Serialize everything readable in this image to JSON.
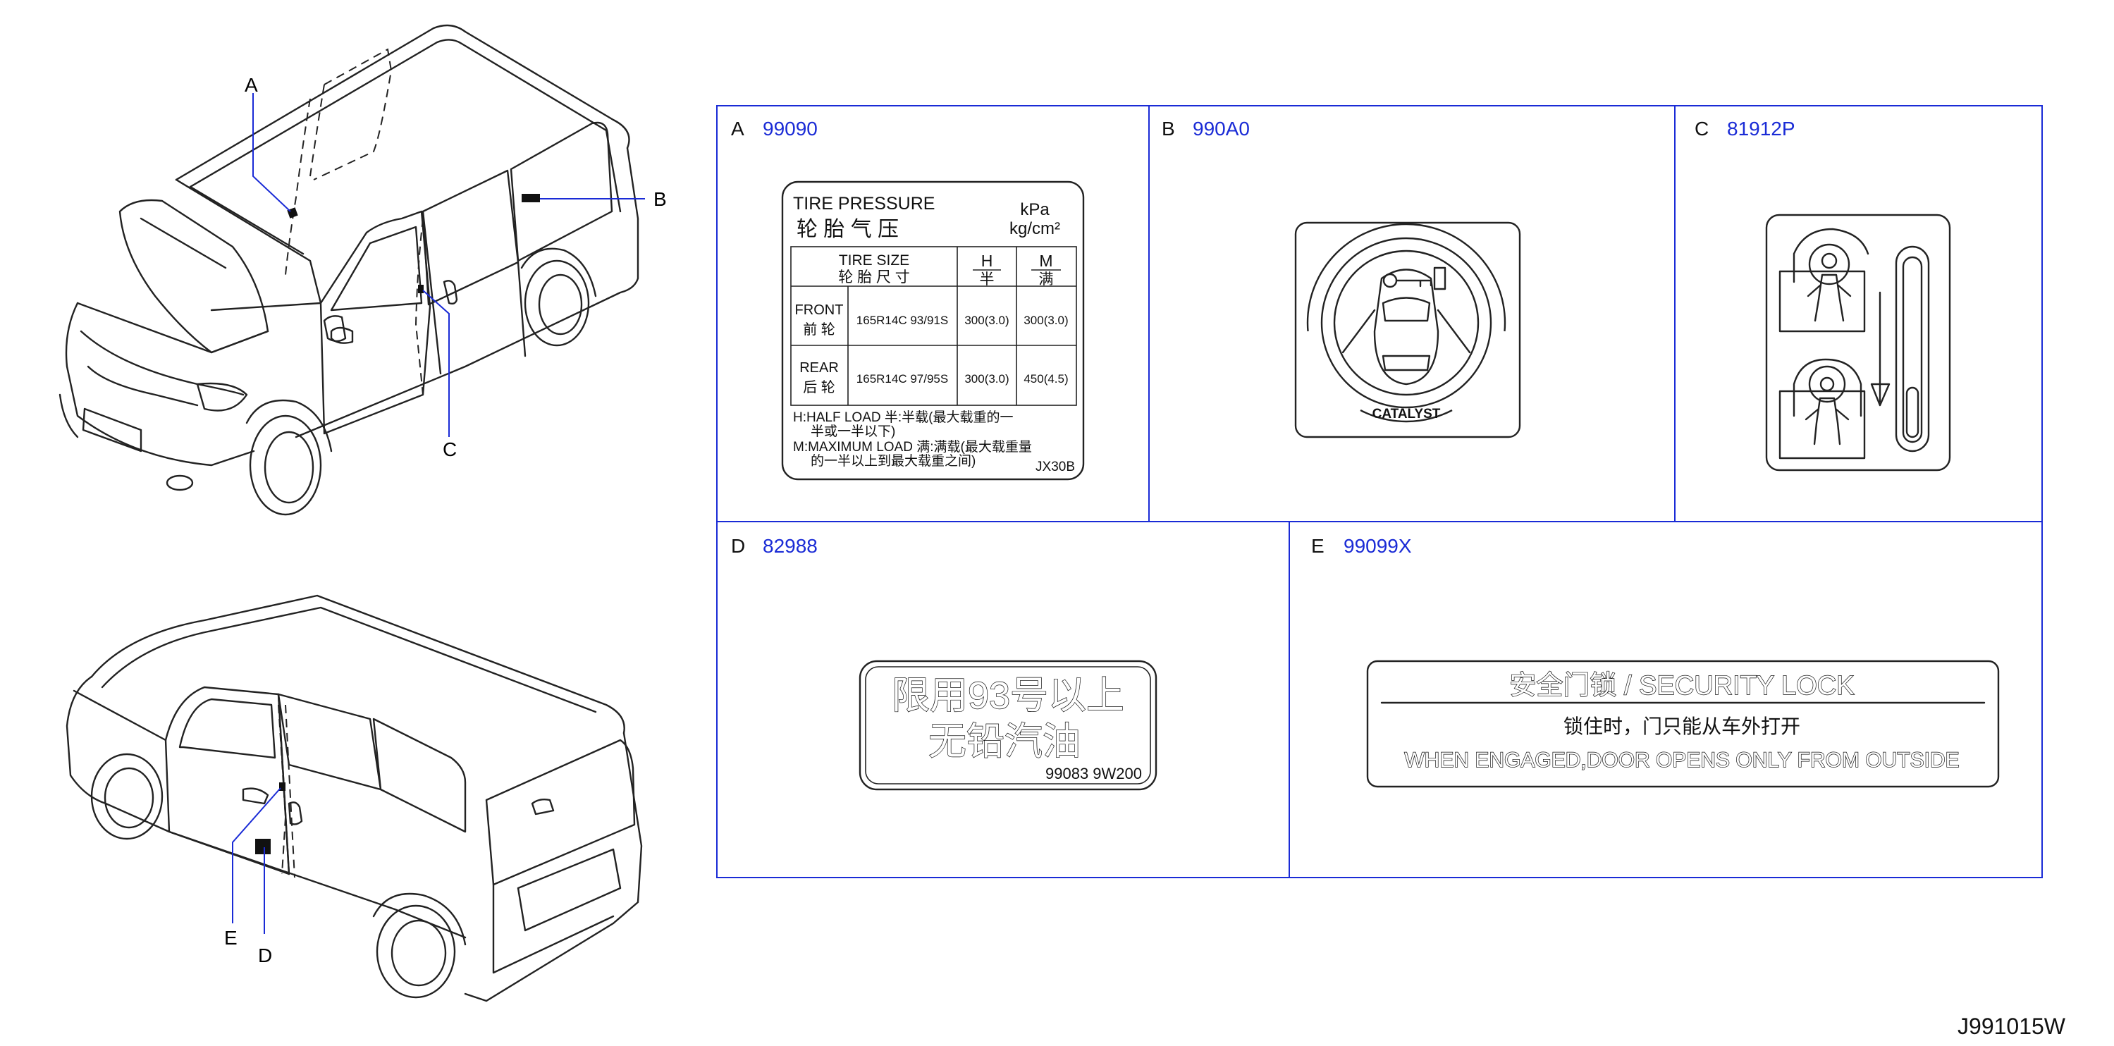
{
  "callouts": [
    "A",
    "B",
    "C",
    "D",
    "E"
  ],
  "panels": [
    {
      "letter": "A",
      "part": "99090"
    },
    {
      "letter": "B",
      "part": "990A0"
    },
    {
      "letter": "C",
      "part": "81912P"
    },
    {
      "letter": "D",
      "part": "82988"
    },
    {
      "letter": "E",
      "part": "99099X"
    }
  ],
  "tire_label": {
    "title_en": "TIRE PRESSURE",
    "title_cn": "轮 胎 气 压",
    "unit1": "kPa",
    "unit2": "kg/cm²",
    "size_en": "TIRE SIZE",
    "size_cn": "轮 胎 尺 寸",
    "h_en": "H",
    "h_cn": "半",
    "m_en": "M",
    "m_cn": "满",
    "front_en": "FRONT",
    "front_cn": "前 轮",
    "front_size": "165R14C 93/91S",
    "front_h": "300(3.0)",
    "front_m": "300(3.0)",
    "rear_en": "REAR",
    "rear_cn": "后 轮",
    "rear_size": "165R14C 97/95S",
    "rear_h": "300(3.0)",
    "rear_m": "450(4.5)",
    "note1": "H:HALF LOAD  半:半载(最大载重的一",
    "note2": "半或一半以下)",
    "note3": "M:MAXIMUM LOAD  满:满载(最大载重量",
    "note4": "的一半以上到最大载重之间)",
    "code": "JX30B"
  },
  "catalyst_label": {
    "text": "CATALYST"
  },
  "fuel_label": {
    "line1": "限用93号以上",
    "line2": "无铅汽油",
    "code": "99083 9W200"
  },
  "security_label": {
    "title": "安全门锁 / SECURITY LOCK",
    "line_cn": "锁住时，门只能从车外打开",
    "line_en": "WHEN ENGAGED,DOOR OPENS ONLY FROM OUTSIDE"
  },
  "drawing_code": "J991015W"
}
